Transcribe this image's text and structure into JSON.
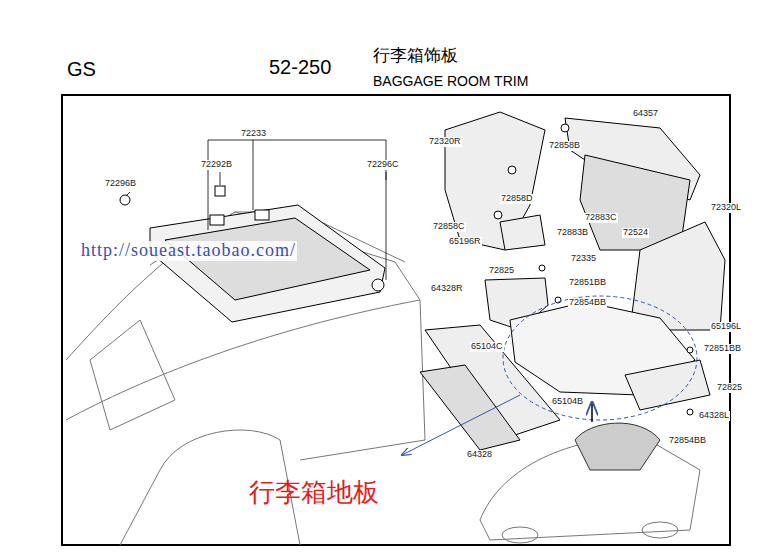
{
  "diagram": {
    "labels": [
      "GS",
      "52-250",
      "行李箱饰板",
      "BAGGAGE ROOM TRIM",
      "72233",
      "72292B",
      "72296C",
      "72296B",
      "64357",
      "72320R",
      "72858B",
      "72858D",
      "72858C",
      "72883C",
      "72883B",
      "72524",
      "72320L",
      "65196R",
      "72335",
      "72825",
      "72851BB",
      "64328R",
      "72854BB",
      "65196L",
      "65104C",
      "72851BB",
      "65104B",
      "72825",
      "64328L",
      "64328",
      "72854BB",
      "http://soueast.taobao.com/",
      "行李箱地板"
    ]
  }
}
